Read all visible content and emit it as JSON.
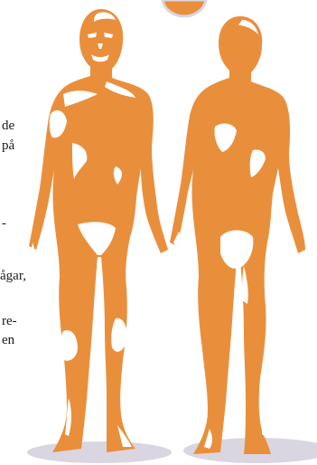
{
  "text_fragments": [
    "de",
    "på",
    "-",
    "ågar,",
    "re-",
    "en"
  ],
  "colors": {
    "body": "#e98f3c",
    "highlight": "#ffffff",
    "shadow": "#d9d6e2",
    "badge": "#e98f3c",
    "text": "#1a1a1a"
  },
  "figures": [
    {
      "name": "front-view",
      "icon": "human-body-front-icon"
    },
    {
      "name": "back-view",
      "icon": "human-body-back-icon"
    }
  ]
}
